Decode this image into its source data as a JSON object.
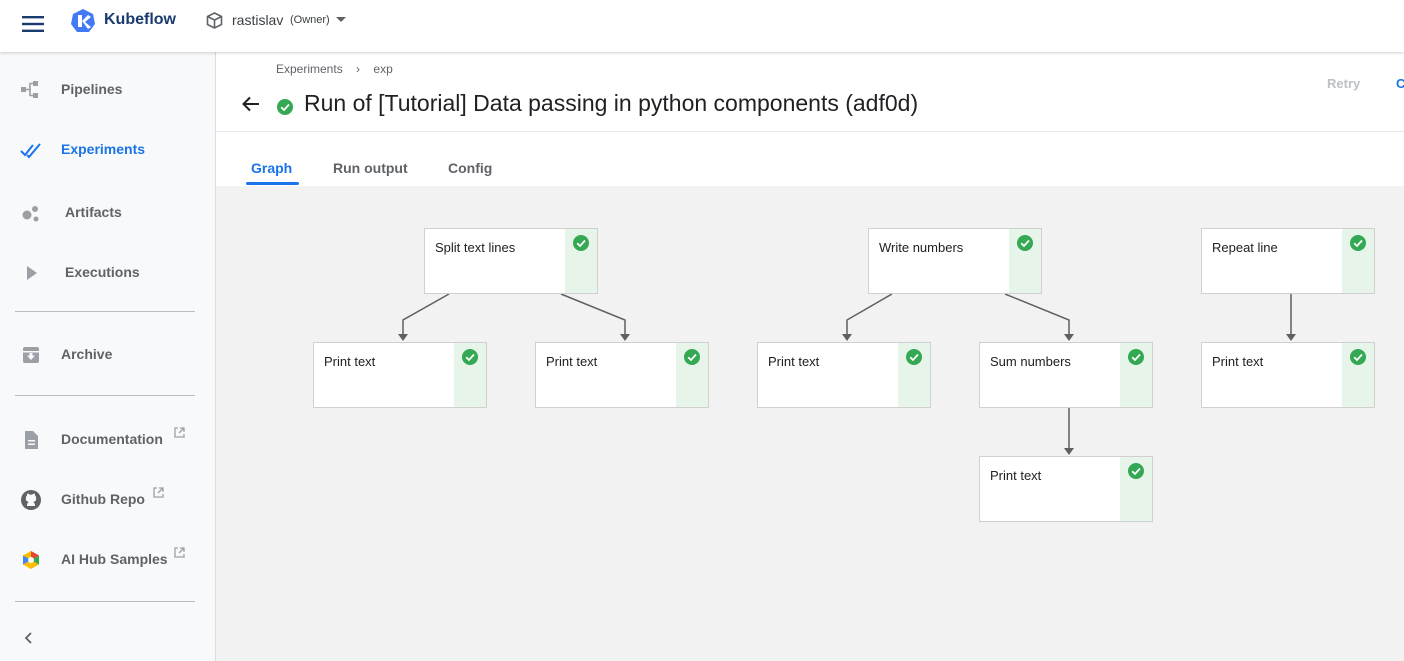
{
  "app": {
    "brand": "Kubeflow"
  },
  "namespace": {
    "name": "rastislav",
    "role": "(Owner)"
  },
  "sidebar": {
    "items": [
      {
        "label": "Pipelines",
        "icon": "pipelines-icon"
      },
      {
        "label": "Experiments",
        "icon": "experiments-icon",
        "active": true
      },
      {
        "label": "Artifacts",
        "icon": "artifacts-icon"
      },
      {
        "label": "Executions",
        "icon": "executions-icon"
      },
      {
        "label": "Archive",
        "icon": "archive-icon"
      },
      {
        "label": "Documentation",
        "icon": "document-icon",
        "external": true
      },
      {
        "label": "Github Repo",
        "icon": "github-icon",
        "external": true
      },
      {
        "label": "AI Hub Samples",
        "icon": "ai-hub-icon",
        "external": true
      }
    ]
  },
  "breadcrumb": {
    "items": [
      "Experiments",
      "exp"
    ],
    "separator": "›"
  },
  "header": {
    "title": "Run of [Tutorial] Data passing in python components (adf0d)",
    "status": "succeeded",
    "retry_label": "Retry",
    "clone_label": "C"
  },
  "tabs": [
    {
      "label": "Graph",
      "active": true
    },
    {
      "label": "Run output"
    },
    {
      "label": "Config"
    }
  ],
  "graph": {
    "nodes": [
      {
        "label": "Split text lines",
        "status": "succeeded"
      },
      {
        "label": "Print text",
        "status": "succeeded"
      },
      {
        "label": "Print text",
        "status": "succeeded"
      },
      {
        "label": "Write numbers",
        "status": "succeeded"
      },
      {
        "label": "Print text",
        "status": "succeeded"
      },
      {
        "label": "Sum numbers",
        "status": "succeeded"
      },
      {
        "label": "Print text",
        "status": "succeeded"
      },
      {
        "label": "Repeat line",
        "status": "succeeded"
      },
      {
        "label": "Print text",
        "status": "succeeded"
      }
    ]
  },
  "colors": {
    "accent": "#1a73e8",
    "success": "#34a853",
    "graph_bg": "#f2f2f2",
    "status_bg": "#e6f4ea"
  }
}
